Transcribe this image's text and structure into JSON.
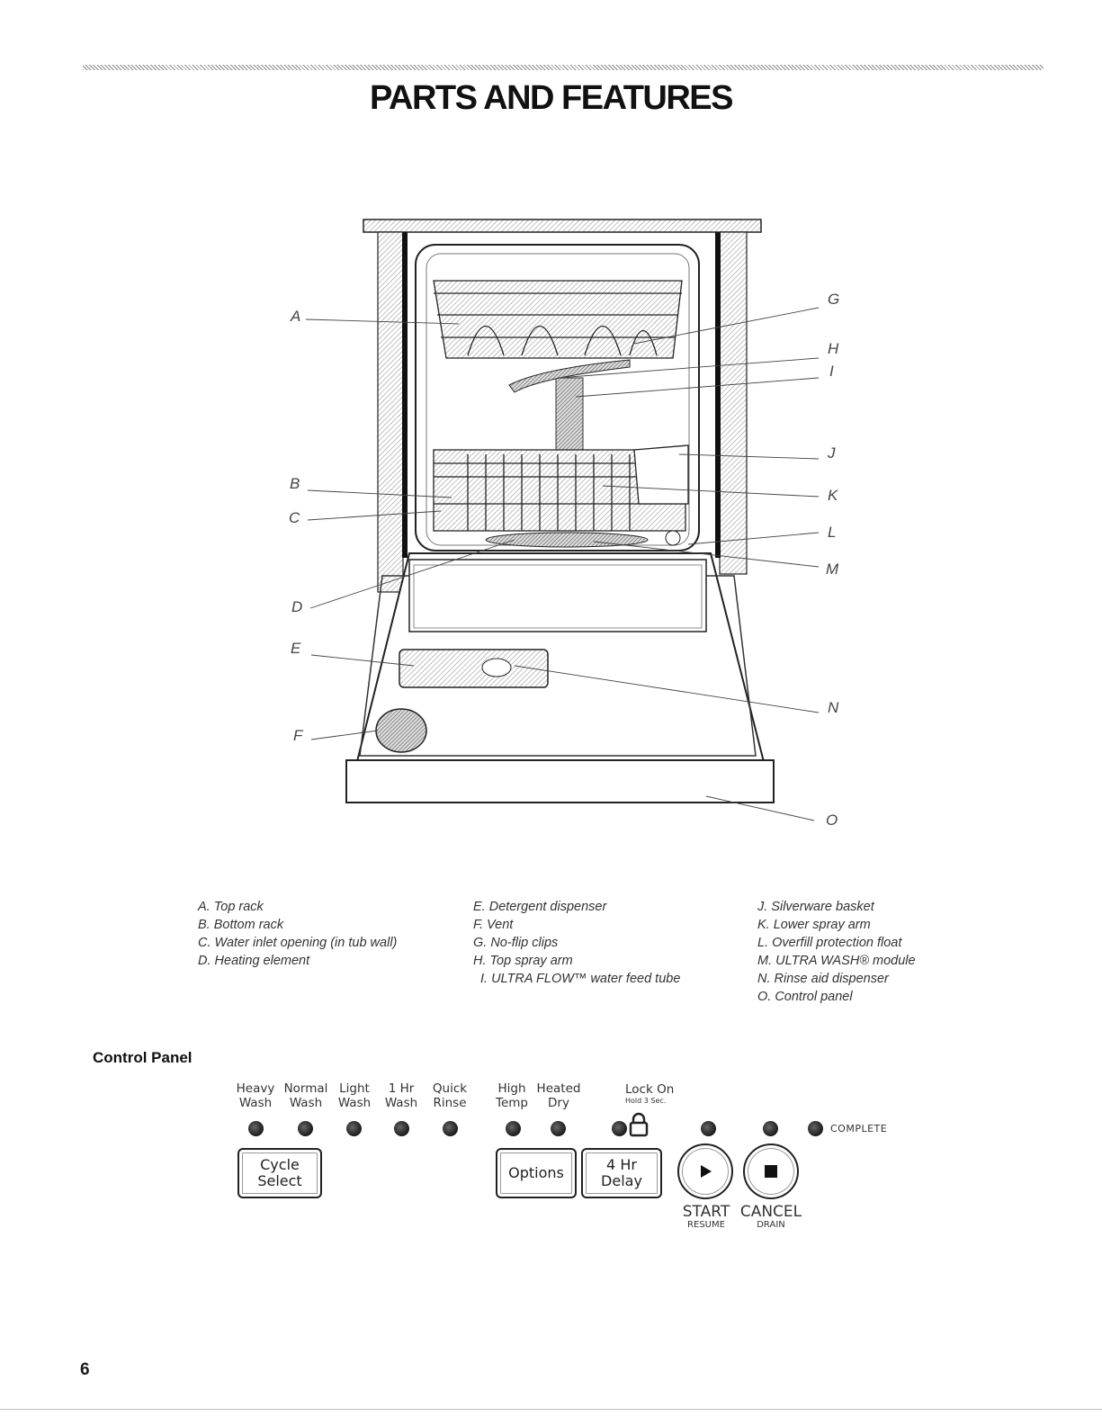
{
  "page_title": "PARTS AND FEATURES",
  "callouts": [
    "A",
    "B",
    "C",
    "D",
    "E",
    "F",
    "G",
    "H",
    "I",
    "J",
    "K",
    "L",
    "M",
    "N",
    "O"
  ],
  "legend": {
    "col1": [
      "A. Top rack",
      "B. Bottom rack",
      "C. Water inlet opening (in tub wall)",
      "D. Heating element"
    ],
    "col2": [
      "E. Detergent dispenser",
      "F. Vent",
      "G. No-flip clips",
      "H. Top spray arm",
      "I. ULTRA FLOW™ water feed tube"
    ],
    "col3": [
      "J. Silverware basket",
      "K. Lower spray arm",
      "L. Overfill protection float",
      "M. ULTRA WASH® module",
      "N. Rinse aid dispenser",
      "O. Control panel"
    ]
  },
  "control_panel": {
    "title": "Control Panel",
    "cycles": [
      {
        "line1": "Heavy",
        "line2": "Wash"
      },
      {
        "line1": "Normal",
        "line2": "Wash"
      },
      {
        "line1": "Light",
        "line2": "Wash"
      },
      {
        "line1": "1 Hr",
        "line2": "Wash"
      },
      {
        "line1": "Quick",
        "line2": "Rinse"
      }
    ],
    "options": [
      {
        "line1": "High",
        "line2": "Temp"
      },
      {
        "line1": "Heated",
        "line2": "Dry"
      }
    ],
    "lock": {
      "line1": "Lock On",
      "line2": "Hold 3 Sec."
    },
    "complete": "COMPLETE",
    "buttons": {
      "cycle_select": {
        "line1": "Cycle",
        "line2": "Select"
      },
      "options": "Options",
      "delay": {
        "line1": "4 Hr",
        "line2": "Delay"
      },
      "start": {
        "line1": "START",
        "line2": "RESUME"
      },
      "cancel": {
        "line1": "CANCEL",
        "line2": "DRAIN"
      }
    }
  },
  "page_number": "6"
}
